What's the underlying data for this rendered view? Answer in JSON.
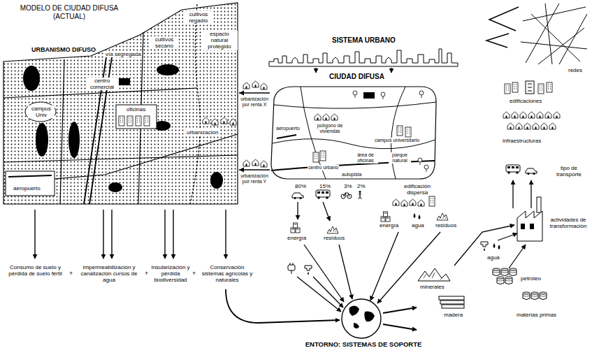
{
  "diagram": {
    "title": "MODELO DE CIUDAD DIFUSA (ACTUAL)",
    "nodes": [
      {
        "text": [
          "URBANISMO DIFUSO"
        ]
      },
      {
        "text": [
          "CIUDAD DIFUSA"
        ]
      },
      {
        "text": [
          "ENTORNO: SISTEMAS DE SOPORTE"
        ]
      }
    ],
    "edges": [
      {
        "from": 1,
        "to": 0,
        "arrow": "to",
        "label": "urbanización por renta X"
      },
      {
        "from": 1,
        "to": 0,
        "arrow": "to",
        "label": "urbanización por renta Y"
      }
    ],
    "labels": [
      "vía segregada",
      "cultivos regadío",
      "cultivos secano",
      "espacio natural protegido",
      "centro comercial",
      "campus Univ",
      "oficinas",
      "urbanización",
      "aeropuerto",
      "Consumo de suelo y pérdida de suelo fértil",
      "+",
      "Impermeabilización y canalización cursos de agua",
      "+",
      "Insularización y pérdida biodiversidad",
      "+",
      "Conservación sistemas agrícolas y naturales",
      "SISTEMA URBANO",
      "aeropuerto",
      "polígono de viviendas",
      "campus universitario",
      "centro urbano",
      "área de oficinas",
      "parque natural",
      "autopista",
      "80%",
      "15%",
      "3%",
      "2%",
      "edificación dispersa",
      "energía",
      "residuos",
      "energía",
      "agua",
      "residuos",
      "redes",
      "edificaciones",
      "infraestructuras",
      "tipo de transporte",
      "actividades de transformación",
      "agua",
      "minerales",
      "petróleo",
      "madera",
      "materias primas"
    ]
  }
}
